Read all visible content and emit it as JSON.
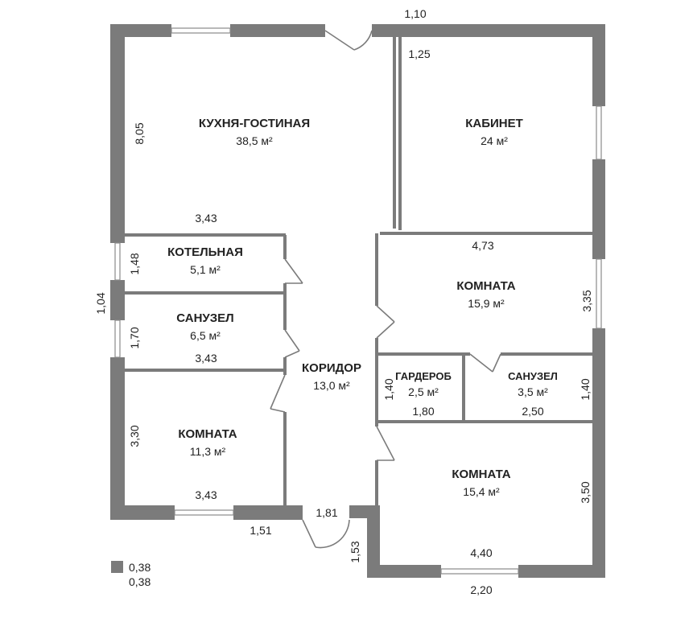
{
  "rooms": {
    "kitchen": {
      "name": "КУХНЯ-ГОСТИНАЯ",
      "area": "38,5 м²"
    },
    "study": {
      "name": "КАБИНЕТ",
      "area": "24 м²"
    },
    "boiler": {
      "name": "КОТЕЛЬНАЯ",
      "area": "5,1 м²"
    },
    "bath1": {
      "name": "САНУЗЕЛ",
      "area": "6,5 м²"
    },
    "room_right": {
      "name": "КОМНАТА",
      "area": "15,9 м²"
    },
    "corridor": {
      "name": "КОРИДОР",
      "area": "13,0 м²"
    },
    "wardrobe": {
      "name": "ГАРДЕРОБ",
      "area": "2,5 м²"
    },
    "bath2": {
      "name": "САНУЗЕЛ",
      "area": "3,5 м²"
    },
    "room_left": {
      "name": "КОМНАТА",
      "area": "11,3 м²"
    },
    "room_bottom": {
      "name": "КОМНАТА",
      "area": "15,4 м²"
    }
  },
  "dimensions": {
    "top_gap": "1,10",
    "study_corner": "1,25",
    "kitchen_height": "8,05",
    "kitchen_width": "3,43",
    "boiler_height": "1,48",
    "left_window": "1,04",
    "bath1_height": "1,70",
    "bath1_width": "3,43",
    "room_right_top": "4,73",
    "room_right_height": "3,35",
    "wardrobe_height": "1,40",
    "wardrobe_width": "1,80",
    "bath2_width": "2,50",
    "bath2_height": "1,40",
    "room_left_height": "3,30",
    "room_left_width": "3,43",
    "entrance_left": "1,51",
    "entrance_width": "1,81",
    "entrance_depth": "1,53",
    "room_bottom_height": "3,50",
    "room_bottom_width": "4,40",
    "bottom_window": "2,20"
  },
  "legend": {
    "wall_thickness_a": "0,38",
    "wall_thickness_b": "0,38"
  }
}
